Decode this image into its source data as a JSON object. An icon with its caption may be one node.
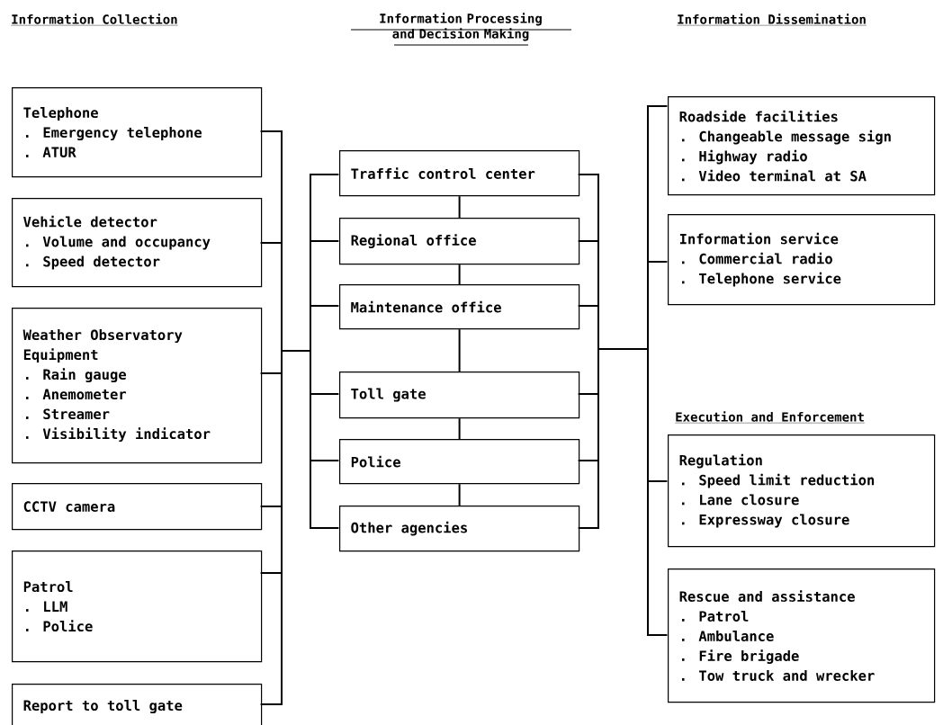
{
  "diagram": {
    "nodes": [
      {
        "text": [
          "Telephone",
          ". Emergency telephone",
          ". ATUR"
        ]
      },
      {
        "text": [
          "Vehicle detector",
          ". Volume and occupancy",
          ". Speed detector"
        ]
      },
      {
        "text": [
          "Weather Observatory Equipment",
          ". Rain gauge",
          ". Anemometer",
          ". Streamer",
          ". Visibility indicator"
        ]
      },
      {
        "text": [
          "CCTV camera"
        ]
      },
      {
        "text": [
          "Patrol",
          ". LLM",
          ". Police"
        ]
      },
      {
        "text": [
          "Report to toll gate"
        ]
      },
      {
        "text": [
          "Traffic control center"
        ]
      },
      {
        "text": [
          "Regional office"
        ]
      },
      {
        "text": [
          "Maintenance office"
        ]
      },
      {
        "text": [
          "Toll gate"
        ]
      },
      {
        "text": [
          "Police"
        ]
      },
      {
        "text": [
          "Other agencies"
        ]
      },
      {
        "text": [
          "Roadside facilities",
          ". Changeable message sign",
          ". Highway radio",
          ". Video terminal at SA"
        ]
      },
      {
        "text": [
          "Information service",
          ". Commercial radio",
          ". Telephone service"
        ]
      },
      {
        "text": [
          "Regulation",
          ". Speed limit reduction",
          ". Lane closure",
          ". Expressway closure"
        ]
      },
      {
        "text": [
          "Rescue and assistance",
          ". Patrol",
          ". Ambulance",
          ". Fire brigade",
          ". Tow truck and wrecker"
        ]
      }
    ],
    "edges": [
      {
        "from": 0,
        "to": 6,
        "arrow": "none"
      },
      {
        "from": 0,
        "to": 7,
        "arrow": "none"
      },
      {
        "from": 0,
        "to": 8,
        "arrow": "none"
      },
      {
        "from": 0,
        "to": 9,
        "arrow": "none"
      },
      {
        "from": 0,
        "to": 10,
        "arrow": "none"
      },
      {
        "from": 0,
        "to": 11,
        "arrow": "none"
      },
      {
        "from": 1,
        "to": 6,
        "arrow": "none"
      },
      {
        "from": 1,
        "to": 7,
        "arrow": "none"
      },
      {
        "from": 1,
        "to": 8,
        "arrow": "none"
      },
      {
        "from": 1,
        "to": 9,
        "arrow": "none"
      },
      {
        "from": 1,
        "to": 10,
        "arrow": "none"
      },
      {
        "from": 1,
        "to": 11,
        "arrow": "none"
      },
      {
        "from": 2,
        "to": 6,
        "arrow": "none"
      },
      {
        "from": 2,
        "to": 7,
        "arrow": "none"
      },
      {
        "from": 2,
        "to": 8,
        "arrow": "none"
      },
      {
        "from": 2,
        "to": 9,
        "arrow": "none"
      },
      {
        "from": 2,
        "to": 10,
        "arrow": "none"
      },
      {
        "from": 2,
        "to": 11,
        "arrow": "none"
      },
      {
        "from": 3,
        "to": 6,
        "arrow": "none"
      },
      {
        "from": 3,
        "to": 7,
        "arrow": "none"
      },
      {
        "from": 3,
        "to": 8,
        "arrow": "none"
      },
      {
        "from": 3,
        "to": 9,
        "arrow": "none"
      },
      {
        "from": 3,
        "to": 10,
        "arrow": "none"
      },
      {
        "from": 3,
        "to": 11,
        "arrow": "none"
      },
      {
        "from": 4,
        "to": 6,
        "arrow": "none"
      },
      {
        "from": 4,
        "to": 7,
        "arrow": "none"
      },
      {
        "from": 4,
        "to": 8,
        "arrow": "none"
      },
      {
        "from": 4,
        "to": 9,
        "arrow": "none"
      },
      {
        "from": 4,
        "to": 10,
        "arrow": "none"
      },
      {
        "from": 4,
        "to": 11,
        "arrow": "none"
      },
      {
        "from": 5,
        "to": 6,
        "arrow": "none"
      },
      {
        "from": 5,
        "to": 7,
        "arrow": "none"
      },
      {
        "from": 5,
        "to": 8,
        "arrow": "none"
      },
      {
        "from": 5,
        "to": 9,
        "arrow": "none"
      },
      {
        "from": 5,
        "to": 10,
        "arrow": "none"
      },
      {
        "from": 5,
        "to": 11,
        "arrow": "none"
      },
      {
        "from": 6,
        "to": 7,
        "arrow": "none"
      },
      {
        "from": 7,
        "to": 8,
        "arrow": "none"
      },
      {
        "from": 8,
        "to": 9,
        "arrow": "none"
      },
      {
        "from": 9,
        "to": 10,
        "arrow": "none"
      },
      {
        "from": 10,
        "to": 11,
        "arrow": "none"
      },
      {
        "from": 6,
        "to": 12,
        "arrow": "none"
      },
      {
        "from": 6,
        "to": 13,
        "arrow": "none"
      },
      {
        "from": 6,
        "to": 14,
        "arrow": "none"
      },
      {
        "from": 6,
        "to": 15,
        "arrow": "none"
      },
      {
        "from": 7,
        "to": 12,
        "arrow": "none"
      },
      {
        "from": 7,
        "to": 13,
        "arrow": "none"
      },
      {
        "from": 7,
        "to": 14,
        "arrow": "none"
      },
      {
        "from": 7,
        "to": 15,
        "arrow": "none"
      },
      {
        "from": 8,
        "to": 12,
        "arrow": "none"
      },
      {
        "from": 8,
        "to": 13,
        "arrow": "none"
      },
      {
        "from": 8,
        "to": 14,
        "arrow": "none"
      },
      {
        "from": 8,
        "to": 15,
        "arrow": "none"
      },
      {
        "from": 9,
        "to": 12,
        "arrow": "none"
      },
      {
        "from": 9,
        "to": 13,
        "arrow": "none"
      },
      {
        "from": 9,
        "to": 14,
        "arrow": "none"
      },
      {
        "from": 9,
        "to": 15,
        "arrow": "none"
      },
      {
        "from": 10,
        "to": 12,
        "arrow": "none"
      },
      {
        "from": 10,
        "to": 13,
        "arrow": "none"
      },
      {
        "from": 10,
        "to": 14,
        "arrow": "none"
      },
      {
        "from": 10,
        "to": 15,
        "arrow": "none"
      },
      {
        "from": 11,
        "to": 12,
        "arrow": "none"
      },
      {
        "from": 11,
        "to": 13,
        "arrow": "none"
      },
      {
        "from": 11,
        "to": 14,
        "arrow": "none"
      },
      {
        "from": 11,
        "to": 15,
        "arrow": "none"
      }
    ],
    "labels": [
      "Information Collection",
      "Information Processing and Decision Making",
      "Information Dissemination",
      "Execution and Enforcement"
    ]
  }
}
